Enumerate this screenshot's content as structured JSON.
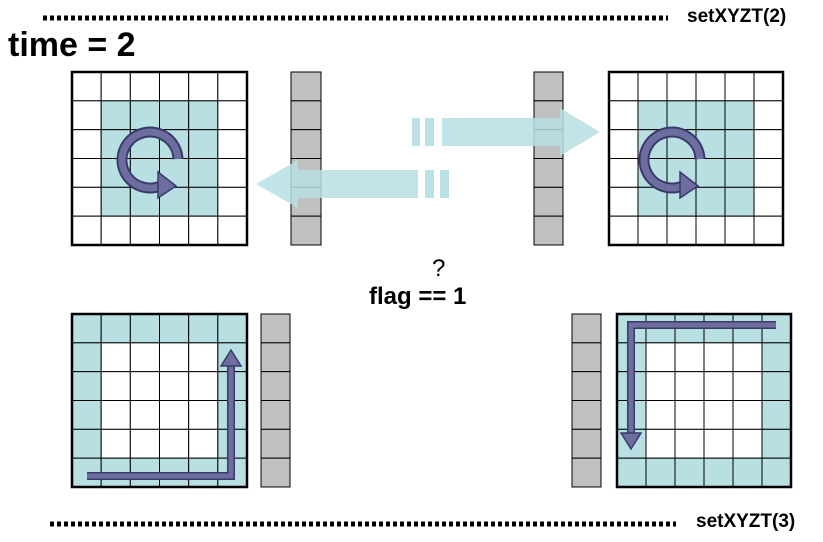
{
  "header": {
    "title": "time = 2",
    "top_call": "setXYZT(2)"
  },
  "footer": {
    "bottom_call": "setXYZT(3)"
  },
  "condition": {
    "question_mark": "?",
    "flag_text": "flag == 1"
  },
  "colors": {
    "grid_line": "#000000",
    "highlight": "#b8e0e3",
    "halo_cell": "#c0c0c0",
    "arrow_fill": "#6d6d9f",
    "arrow_stroke": "#3a3a6a",
    "exchange_arrow": "#b8e0e3"
  },
  "grid": {
    "rows": 6,
    "cols": 6
  }
}
